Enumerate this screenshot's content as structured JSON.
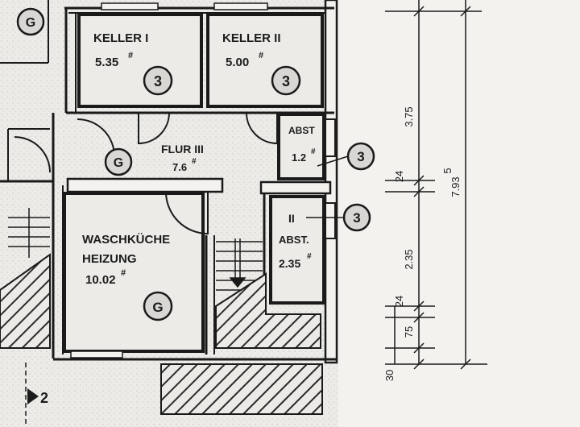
{
  "rooms": {
    "keller1": {
      "name": "KELLER I",
      "area": "5.35",
      "mark": "#",
      "tag": "3"
    },
    "keller2": {
      "name": "KELLER II",
      "area": "5.00",
      "mark": "#",
      "tag": "3"
    },
    "flur": {
      "name": "FLUR III",
      "area": "7.6",
      "mark": "#",
      "tag": "G"
    },
    "abst1": {
      "name": "ABST",
      "area": "1.2",
      "mark": "#",
      "tag": "3"
    },
    "abst2": {
      "roman": "II",
      "name": "ABST.",
      "area": "2.35",
      "mark": "#",
      "tag": "3"
    },
    "wasch": {
      "line1": "WASCHKÜCHE",
      "line2": "HEIZUNG",
      "area": "10.02",
      "mark": "#",
      "tag": "G"
    },
    "topleft": {
      "tag": "G"
    }
  },
  "dimensions": {
    "d375": "3.75",
    "d24a": "24",
    "d235": "2.35",
    "d24b": "24",
    "d75": "75",
    "d30": "30",
    "total": "7.93",
    "total_sup": "5"
  },
  "section_marker": {
    "number": "2"
  }
}
